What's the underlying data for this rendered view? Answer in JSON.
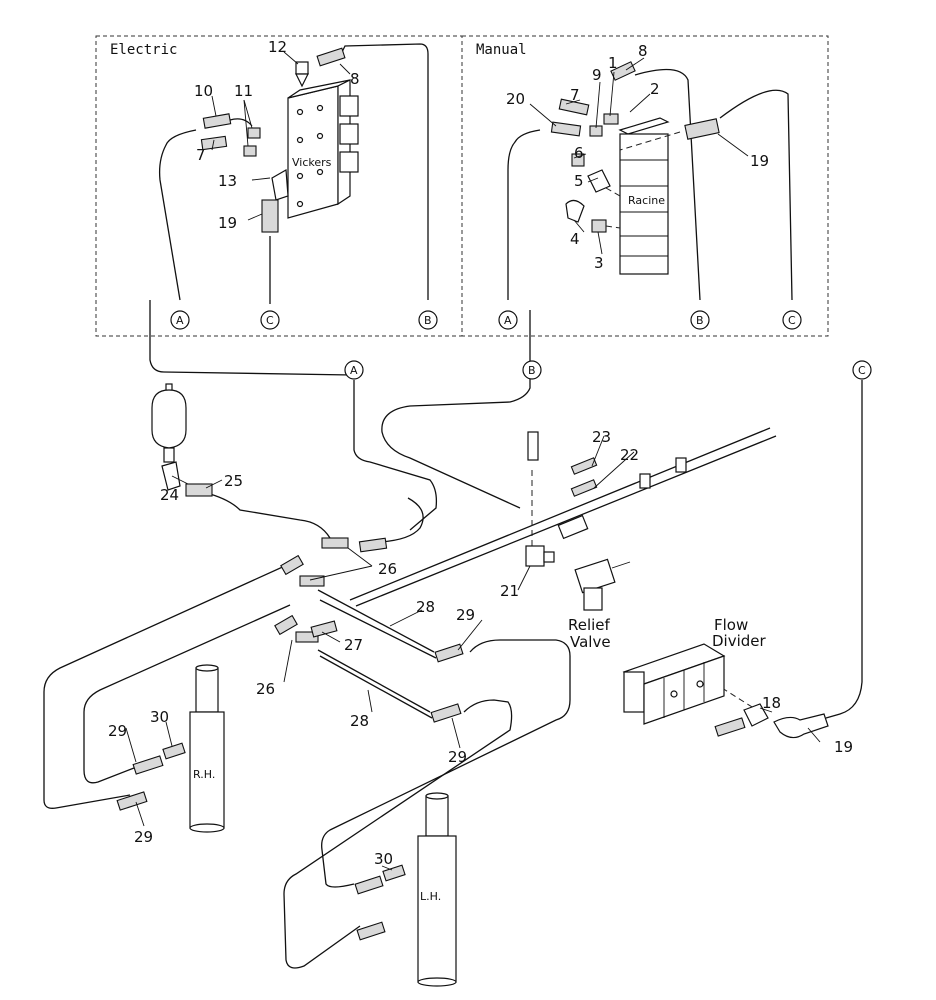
{
  "sections": {
    "electric": "Electric",
    "manual": "Manual"
  },
  "components": {
    "vickers": "Vickers",
    "racine": "Racine",
    "relief_line1": "Relief",
    "relief_line2": "Valve",
    "flow_line1": "Flow",
    "flow_line2": "Divider",
    "rh": "R.H.",
    "lh": "L.H."
  },
  "connectors": {
    "a": "A",
    "b": "B",
    "c": "C"
  },
  "callouts": {
    "p12": "12",
    "p8e": "8",
    "p10": "10",
    "p11": "11",
    "p7e": "7",
    "p13": "13",
    "p19e": "19",
    "p1": "1",
    "p8m": "8",
    "p9": "9",
    "p2": "2",
    "p7m": "7",
    "p20": "20",
    "p6": "6",
    "p5": "5",
    "p4": "4",
    "p3": "3",
    "p19m": "19",
    "p23": "23",
    "p22": "22",
    "p24": "24",
    "p25": "25",
    "p26a": "26",
    "p21": "21",
    "p28a": "28",
    "p29a": "29",
    "p27": "27",
    "p26b": "26",
    "p28b": "28",
    "p29b": "29",
    "p29c": "29",
    "p30a": "30",
    "p29d": "29",
    "p30b": "30",
    "p18": "18",
    "p19f": "19"
  }
}
